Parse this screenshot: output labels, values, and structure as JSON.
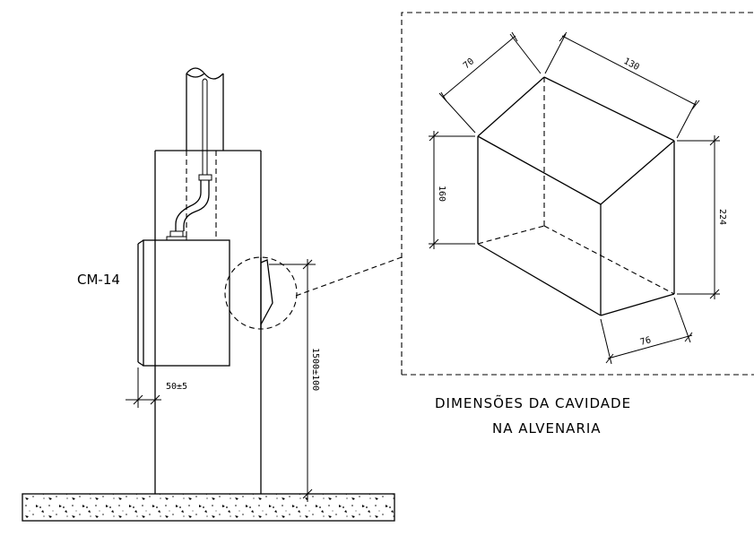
{
  "labels": {
    "meter": "CM-14",
    "dim_offset": "50±5",
    "dim_height": "1500±100"
  },
  "detail": {
    "dim_70": "70",
    "dim_130": "130",
    "dim_160": "160",
    "dim_224": "224",
    "dim_76": "76",
    "caption_line1": "DIMENSÕES DA CAVIDADE",
    "caption_line2": "NA ALVENARIA"
  }
}
